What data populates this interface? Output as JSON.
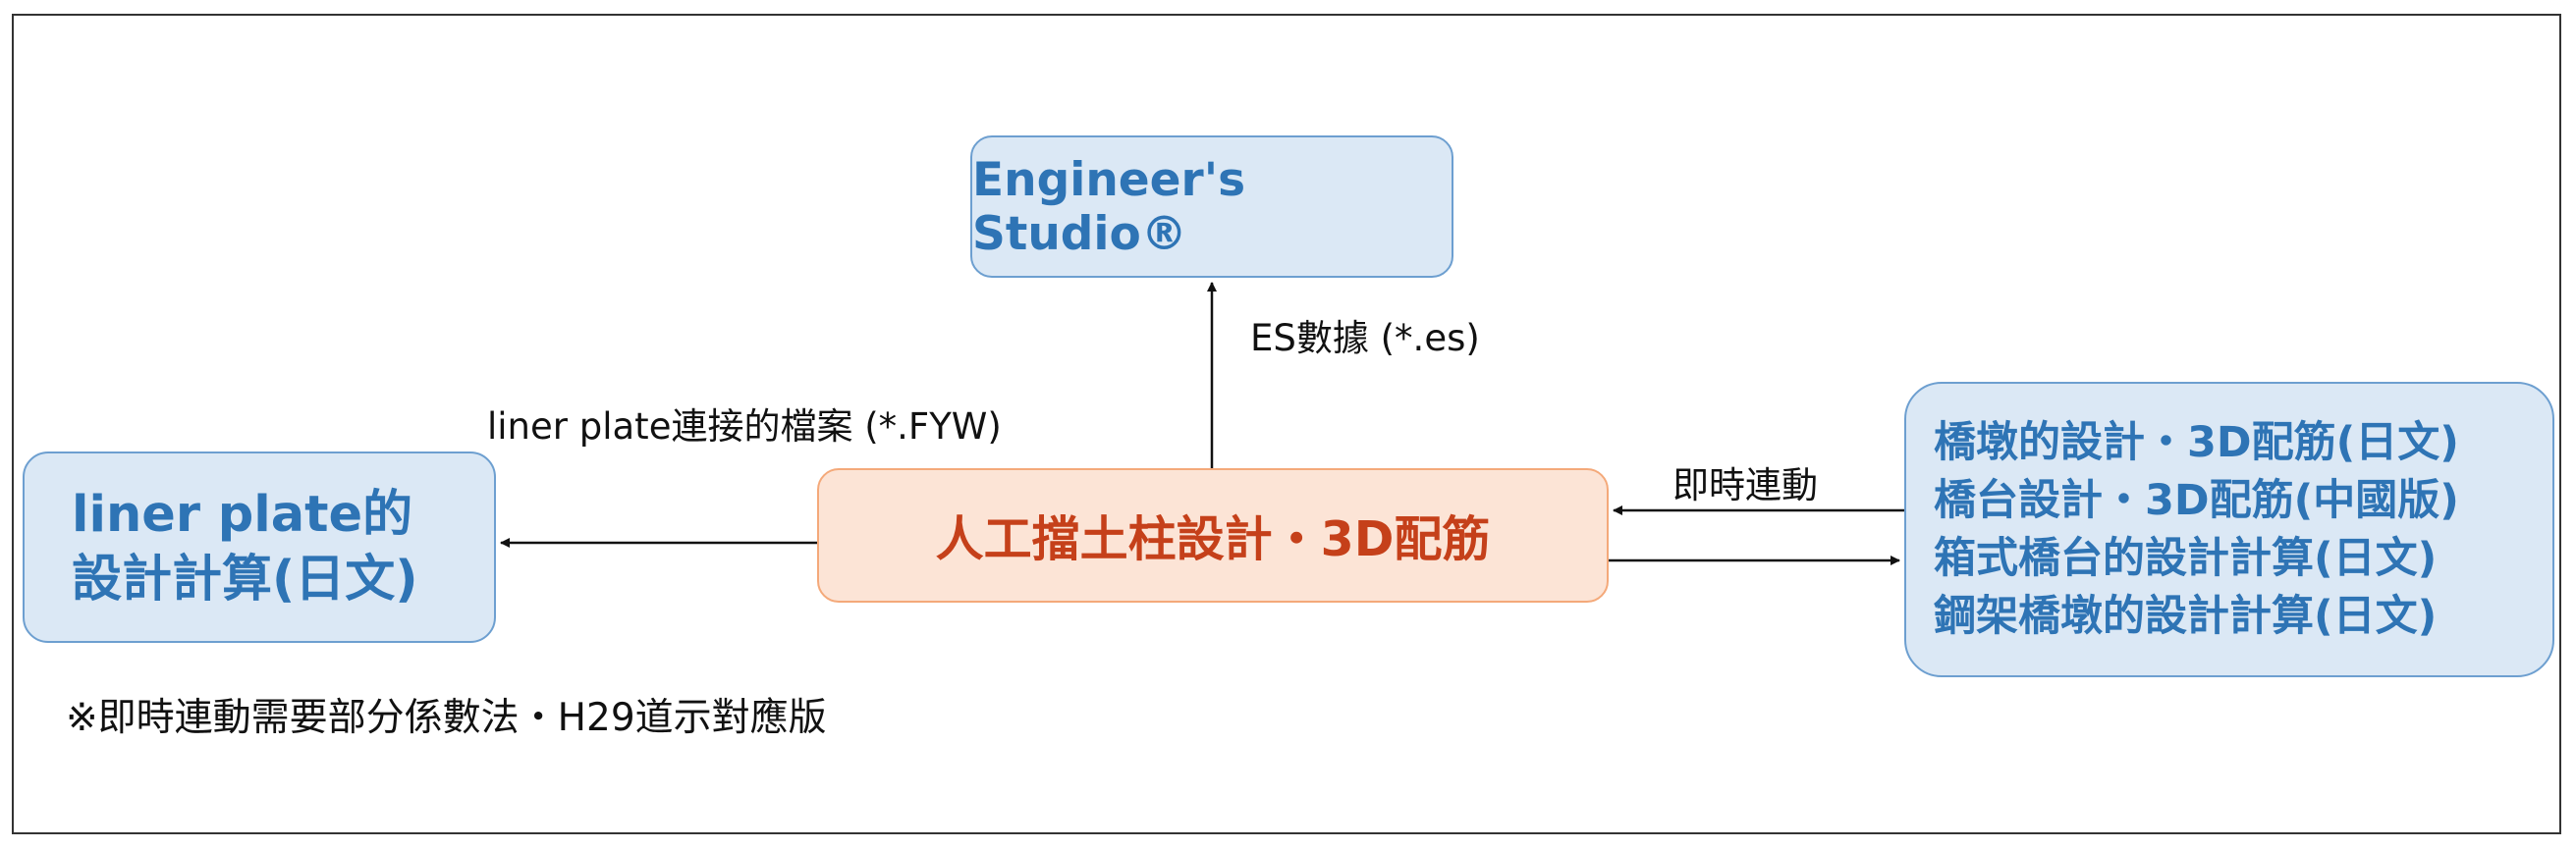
{
  "nodes": {
    "engineers_studio": "Engineer's Studio®",
    "center": "人工擋土柱設計・3D配筋",
    "liner_plate": [
      "liner plate的",
      "設計計算(日文)"
    ],
    "bridge_products": [
      "橋墩的設計・3D配筋(日文)",
      "橋台設計・3D配筋(中國版)",
      "箱式橋台的設計計算(日文)",
      "鋼架橋墩的設計計算(日文)"
    ]
  },
  "edges": {
    "to_es": "ES數據 (*.es)",
    "to_liner": "liner plate連接的檔案 (*.FYW)",
    "sync": "即時連動"
  },
  "note": "※即時連動需要部分係數法・H29道示對應版"
}
